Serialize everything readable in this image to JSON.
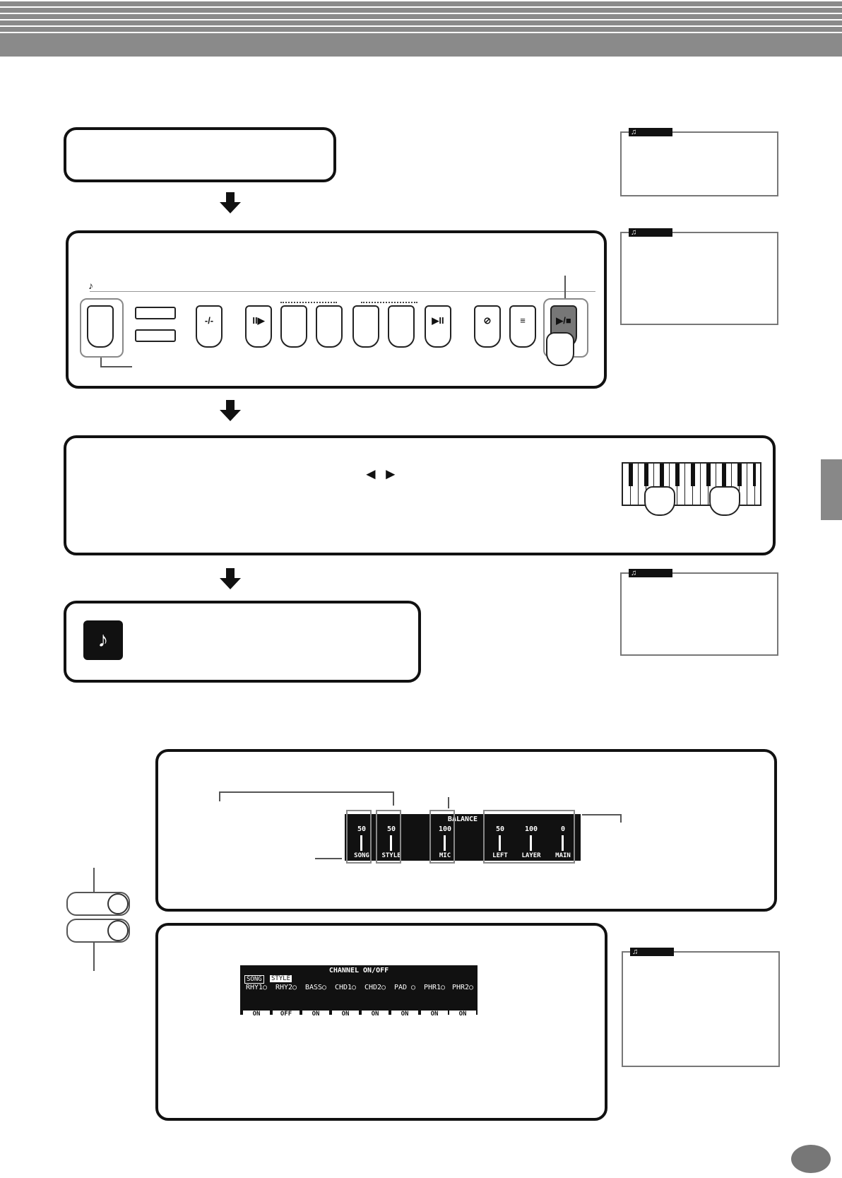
{
  "panel": {
    "transport_play_stop": "▶/■",
    "btn_acmp": "-/-",
    "btn_intro": "II▶",
    "btn_ending": "▶II",
    "btn_sync_stop": "⊘",
    "btn_sync_start": "≡",
    "tempo_arrows": "◄ ►"
  },
  "lcd_balance": {
    "title": "BALANCE",
    "columns": [
      {
        "value": "50",
        "label": "SONG"
      },
      {
        "value": "50",
        "label": "STYLE"
      },
      {
        "value": "100",
        "label": "MIC"
      },
      {
        "value": "50",
        "label": "LEFT"
      },
      {
        "value": "100",
        "label": "LAYER"
      },
      {
        "value": "0",
        "label": "MAIN"
      }
    ]
  },
  "lcd_channel": {
    "title": "CHANNEL ON/OFF",
    "tab_song": "SONG",
    "tab_style": "STYLE",
    "channels": [
      {
        "name": "RHY1○",
        "state": "ON"
      },
      {
        "name": "RHY2○",
        "state": "OFF"
      },
      {
        "name": "BASS○",
        "state": "ON"
      },
      {
        "name": "CHD1○",
        "state": "ON"
      },
      {
        "name": "CHD2○",
        "state": "ON"
      },
      {
        "name": "PAD ○",
        "state": "ON"
      },
      {
        "name": "PHR1○",
        "state": "ON"
      },
      {
        "name": "PHR2○",
        "state": "ON"
      }
    ]
  },
  "icons": [
    "note-icon",
    "arrow-down-icon",
    "hand-pointer-icon",
    "keyboard-icon",
    "style-icon"
  ]
}
